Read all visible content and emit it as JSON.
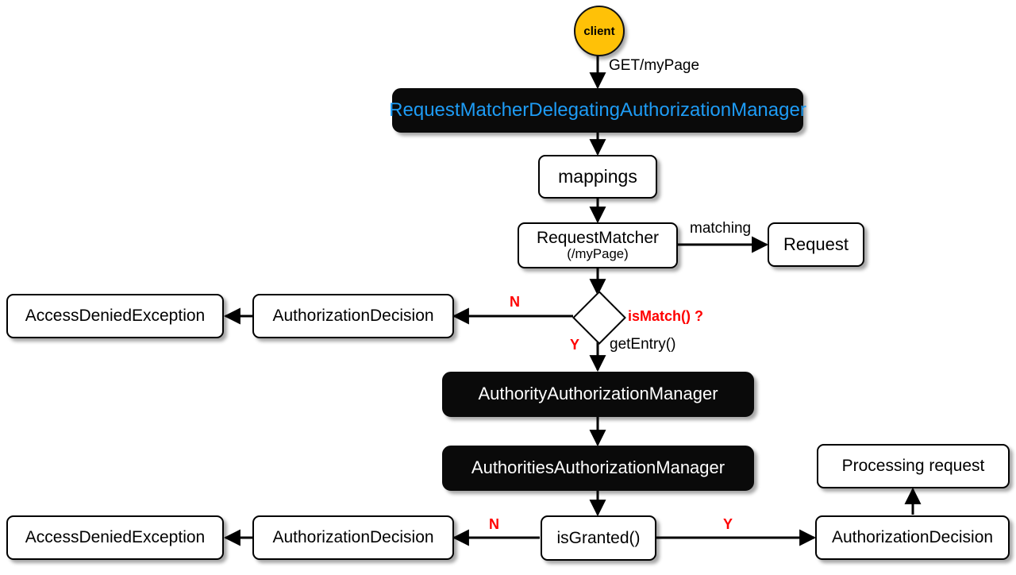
{
  "diagram": {
    "title": "Spring Security RequestMatcherDelegatingAuthorizationManager flow",
    "colors": {
      "client_fill": "#ffc107",
      "dark_fill": "#0a0a0a",
      "accent_text": "#1e9cf5",
      "decision_text": "#ff0000",
      "stroke": "#000000",
      "background": "#ffffff"
    },
    "nodes": {
      "client": "client",
      "request_matcher_delegating": "RequestMatcherDelegatingAuthorizationManager",
      "mappings": "mappings",
      "request_matcher": "RequestMatcher",
      "request_matcher_sub": "(/myPage)",
      "request": "Request",
      "authorization_decision_top": "AuthorizationDecision",
      "access_denied_top": "AccessDeniedException",
      "authority_manager": "AuthorityAuthorizationManager",
      "authorities_manager": "AuthoritiesAuthorizationManager",
      "is_granted": "isGranted()",
      "authorization_decision_bottom_left": "AuthorizationDecision",
      "access_denied_bottom": "AccessDeniedException",
      "authorization_decision_bottom_right": "AuthorizationDecision",
      "processing_request": "Processing request"
    },
    "edge_labels": {
      "get_mypage": "GET/myPage",
      "matching": "matching",
      "is_match": "isMatch() ?",
      "get_entry": "getEntry()",
      "match_no": "N",
      "match_yes": "Y",
      "granted_no": "N",
      "granted_yes": "Y"
    }
  }
}
